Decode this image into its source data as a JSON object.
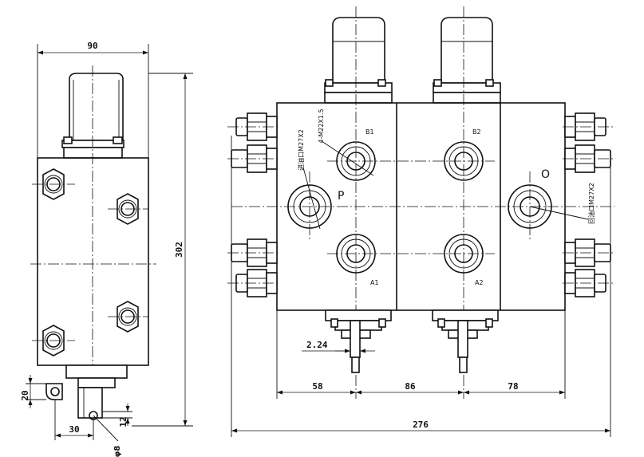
{
  "dimensions": {
    "side_width": "90",
    "side_height": "302",
    "port_offset": "20",
    "foot_width": "30",
    "foot_height": "12",
    "pin_diameter": "φ8",
    "spool_gap": "2.24",
    "pitch_left": "58",
    "pitch_mid": "86",
    "pitch_right": "78",
    "overall_width": "276"
  },
  "ports": {
    "b1": "B1",
    "b2": "B2",
    "a1": "A1",
    "a2": "A2",
    "p": "P",
    "o": "O"
  },
  "notes": {
    "inlet": "进油口M27X2",
    "mount": "4-M22X1.5",
    "return": "回油口M27X2"
  }
}
